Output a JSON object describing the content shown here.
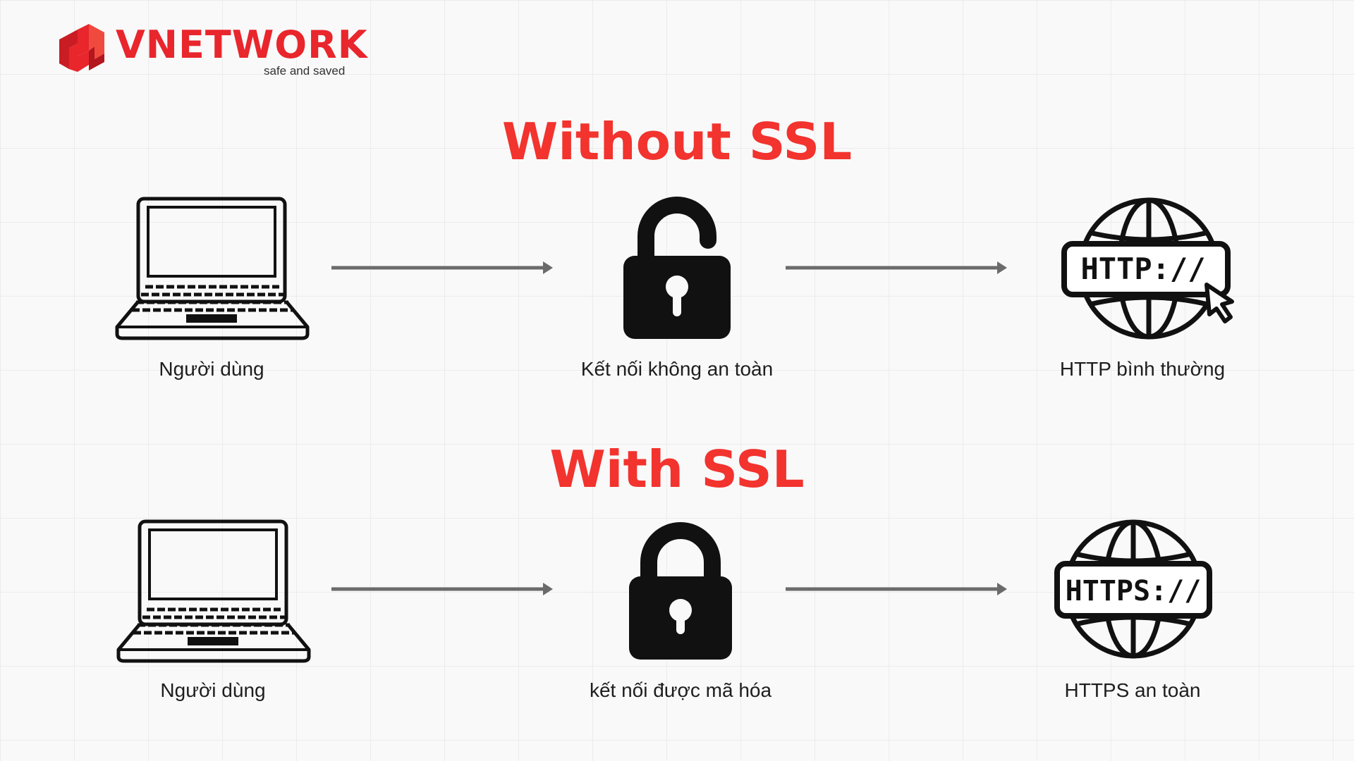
{
  "brand": {
    "name": "VNETWORK",
    "tagline": "safe and saved",
    "color": "#e8262c"
  },
  "sections": [
    {
      "title": "Without SSL",
      "nodes": [
        {
          "label": "Người dùng",
          "icon": "laptop-icon"
        },
        {
          "label": "Kết nối không an toàn",
          "icon": "unlocked-padlock-icon"
        },
        {
          "label": "HTTP bình thường",
          "icon": "globe-http-icon",
          "badge": "HTTP://"
        }
      ]
    },
    {
      "title": "With SSL",
      "nodes": [
        {
          "label": "Người dùng",
          "icon": "laptop-icon"
        },
        {
          "label": "kết nối được mã hóa",
          "icon": "locked-padlock-icon"
        },
        {
          "label": "HTTPS an toàn",
          "icon": "globe-https-icon",
          "badge": "HTTPS://"
        }
      ]
    }
  ],
  "colors": {
    "title": "#f2332e",
    "arrow": "#6b6b6b",
    "icon": "#111111"
  }
}
